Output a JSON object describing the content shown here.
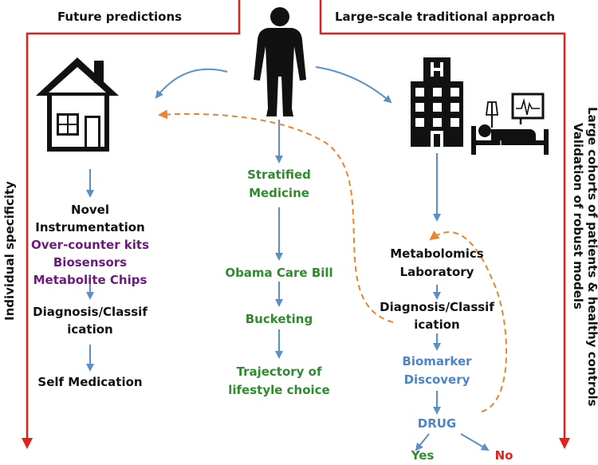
{
  "headers": {
    "left": "Future predictions",
    "right": "Large-scale traditional approach"
  },
  "side_labels": {
    "left": "Individual specificity",
    "right_line1": "Large cohorts of patients & healthy controls",
    "right_line2": "Validation of robust models"
  },
  "left_column": {
    "novel": "Novel",
    "instrumentation": "Instrumentation",
    "kits": "Over-counter kits",
    "biosensors": "Biosensors",
    "chips": "Metabolite Chips",
    "diagnosis_1": "Diagnosis/Classif",
    "diagnosis_2": "ication",
    "self_medication": "Self Medication"
  },
  "middle_column": {
    "stratified": "Stratified",
    "medicine": "Medicine",
    "obama": "Obama Care Bill",
    "bucketing": "Bucketing",
    "trajectory_1": "Trajectory of",
    "trajectory_2": "lifestyle choice"
  },
  "right_column": {
    "metabolomics": "Metabolomics",
    "laboratory": "Laboratory",
    "diagnosis_1": "Diagnosis/Classif",
    "diagnosis_2": "ication",
    "biomarker": "Biomarker",
    "discovery": "Discovery",
    "drug": "DRUG",
    "yes": "Yes",
    "no": "No"
  },
  "colors": {
    "arrow_blue": "#5b8fc9",
    "arrow_red": "#e0211c",
    "dashed_orange": "#e8852e",
    "text_purple": "#6b1b7a",
    "text_green": "#2e8b2e",
    "text_blue": "#4a86c5"
  }
}
